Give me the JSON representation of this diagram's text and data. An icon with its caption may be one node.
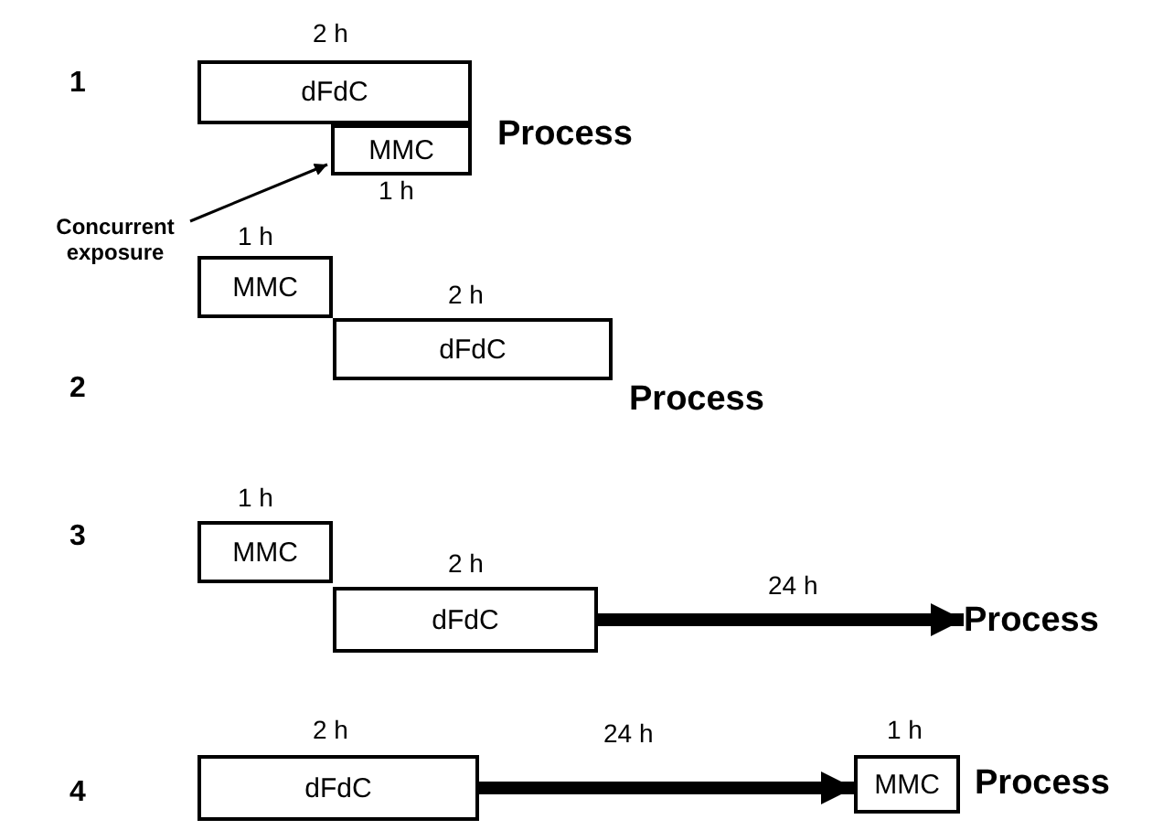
{
  "diagram": {
    "nodes": [
      {
        "text": [
          "dFdC"
        ],
        "beside": [
          "2 h"
        ]
      },
      {
        "text": [
          "MMC"
        ],
        "beside": [
          "1 h"
        ]
      },
      {
        "text": [
          "Concurrent exposure"
        ]
      },
      {
        "text": [
          "MMC"
        ],
        "beside": [
          "1 h"
        ]
      },
      {
        "text": [
          "dFdC"
        ],
        "beside": [
          "2 h"
        ]
      },
      {
        "text": [
          "MMC"
        ],
        "beside": [
          "1 h"
        ]
      },
      {
        "text": [
          "dFdC"
        ],
        "beside": [
          "2 h"
        ]
      },
      {
        "text": [
          "Process"
        ]
      },
      {
        "text": [
          "dFdC"
        ],
        "beside": [
          "2 h"
        ]
      },
      {
        "text": [
          "MMC"
        ],
        "beside": [
          "1 h"
        ]
      }
    ],
    "edges": [
      {
        "from": 2,
        "to": 1,
        "arrow": "to"
      },
      {
        "from": 6,
        "to": 7,
        "arrow": "to",
        "label": "24 h"
      },
      {
        "from": 8,
        "to": 9,
        "arrow": "to",
        "label": "24 h"
      }
    ],
    "labels": [
      "1",
      "Process",
      "2",
      "Process",
      "3",
      "4",
      "Process"
    ]
  }
}
